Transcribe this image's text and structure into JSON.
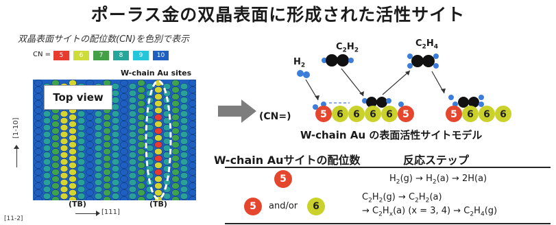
{
  "title": "ポーラス金の双晶表面に形成された活性サイト",
  "subtitle": "双晶表面サイトの配位数(CN)を色別で表示",
  "legend": {
    "label": "CN =",
    "items": [
      {
        "value": "5",
        "color": "#e63b2e"
      },
      {
        "value": "6",
        "color": "#cddc39"
      },
      {
        "value": "7",
        "color": "#43a047"
      },
      {
        "value": "8",
        "color": "#26a69a"
      },
      {
        "value": "9",
        "color": "#26c6da"
      },
      {
        "value": "10",
        "color": "#1e5fbf"
      }
    ]
  },
  "surface": {
    "wchain_label": "W-chain Au sites",
    "top_view": "Top view",
    "tb_left": "(TB)",
    "tb_right": "(TB)",
    "axis_vertical": "[1-10]",
    "axis_horizontal": "[111]",
    "axis_corner": "[11-2]",
    "colors": {
      "blue": "#1e5fbf",
      "teal": "#2aa198",
      "green": "#3fa34d",
      "yellow": "#d4d62f",
      "red": "#e63b2e",
      "cyan": "#4fc3d9"
    }
  },
  "model": {
    "cn_label": "(CN=)",
    "left_chain": [
      "5",
      "6",
      "6",
      "6",
      "6",
      "5"
    ],
    "right_chain": [
      "5",
      "6",
      "6",
      "6"
    ],
    "h2": "H2",
    "c2h2": "C2H2",
    "c2h4": "C2H4",
    "caption": "W-chain Au の表面活性サイトモデル"
  },
  "table": {
    "col1_header": "W-chain Auサイトの配位数",
    "col2_header": "反応ステップ",
    "rows": [
      {
        "sites": [
          "5"
        ],
        "connector": "",
        "steps": [
          "H2(g) → H2(a) → 2H(a)"
        ]
      },
      {
        "sites": [
          "5",
          "6"
        ],
        "connector": "and/or",
        "steps": [
          "C2H2(g) → C2H2(a)",
          "→ C2Hx(a) (x = 3, 4) → C2H4(g)"
        ]
      }
    ]
  }
}
